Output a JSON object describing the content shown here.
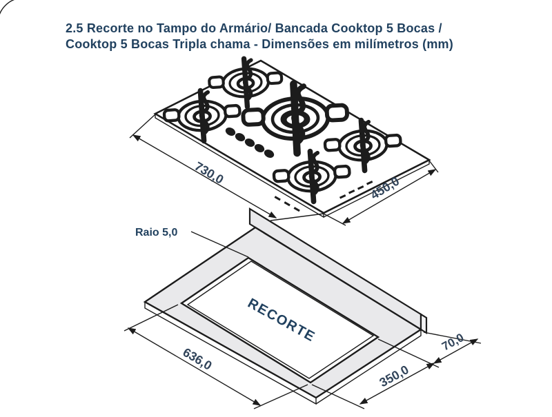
{
  "colors": {
    "background": "#ffffff",
    "line_ink": "#1c1c1c",
    "title_navy": "#21415f",
    "dimension_text": "#31445a",
    "counter_fill_gray": "#e9e9eb"
  },
  "title": {
    "line1": "2.5 Recorte no Tampo do Armário/ Bancada Cooktop 5 Bocas /",
    "line2": "Cooktop 5 Bocas Tripla chama - Dimensões em milímetros (mm)"
  },
  "cooktop_figure": {
    "description": "Isometric drawing of 5-burner glass cooktop",
    "burner_count": 5,
    "knob_count": 5,
    "width_mm": "730,0",
    "depth_mm": "450,0"
  },
  "cutout_figure": {
    "description": "Isometric drawing of countertop cutout",
    "corner_radius_label": "Raio 5,0",
    "cutout_area_label": "RECORTE",
    "width_mm": "636,0",
    "depth_mm": "350,0",
    "back_clearance_mm": "70,0"
  }
}
